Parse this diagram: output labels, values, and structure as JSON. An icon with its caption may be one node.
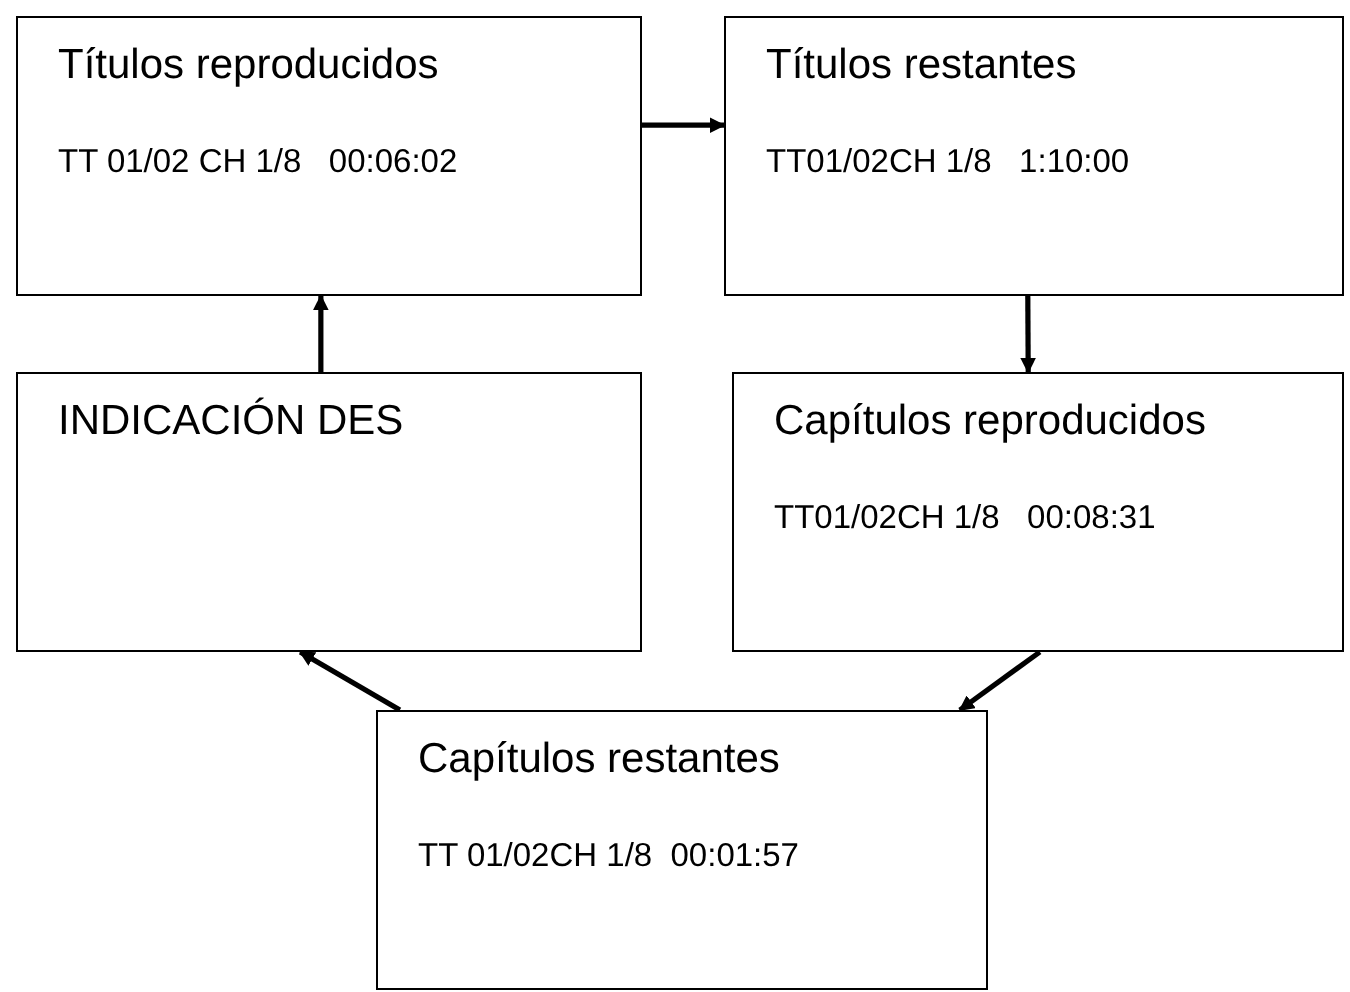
{
  "diagram": {
    "nodes": [
      {
        "text": [
          "Títulos reproducidos",
          "TT 01/02 CH 1/8   00:06:02"
        ]
      },
      {
        "text": [
          "Títulos restantes",
          "TT01/02CH 1/8   1:10:00"
        ]
      },
      {
        "text": [
          "INDICACIÓN DES"
        ]
      },
      {
        "text": [
          "Capítulos reproducidos",
          "TT01/02CH 1/8   00:08:31"
        ]
      },
      {
        "text": [
          "Capítulos restantes",
          "TT 01/02CH 1/8  00:01:57"
        ]
      }
    ],
    "edges": [
      {
        "from": 0,
        "to": 1,
        "arrow": "to"
      },
      {
        "from": 1,
        "to": 3,
        "arrow": "to"
      },
      {
        "from": 3,
        "to": 4,
        "arrow": "to"
      },
      {
        "from": 4,
        "to": 2,
        "arrow": "to"
      },
      {
        "from": 2,
        "to": 0,
        "arrow": "to"
      }
    ]
  }
}
